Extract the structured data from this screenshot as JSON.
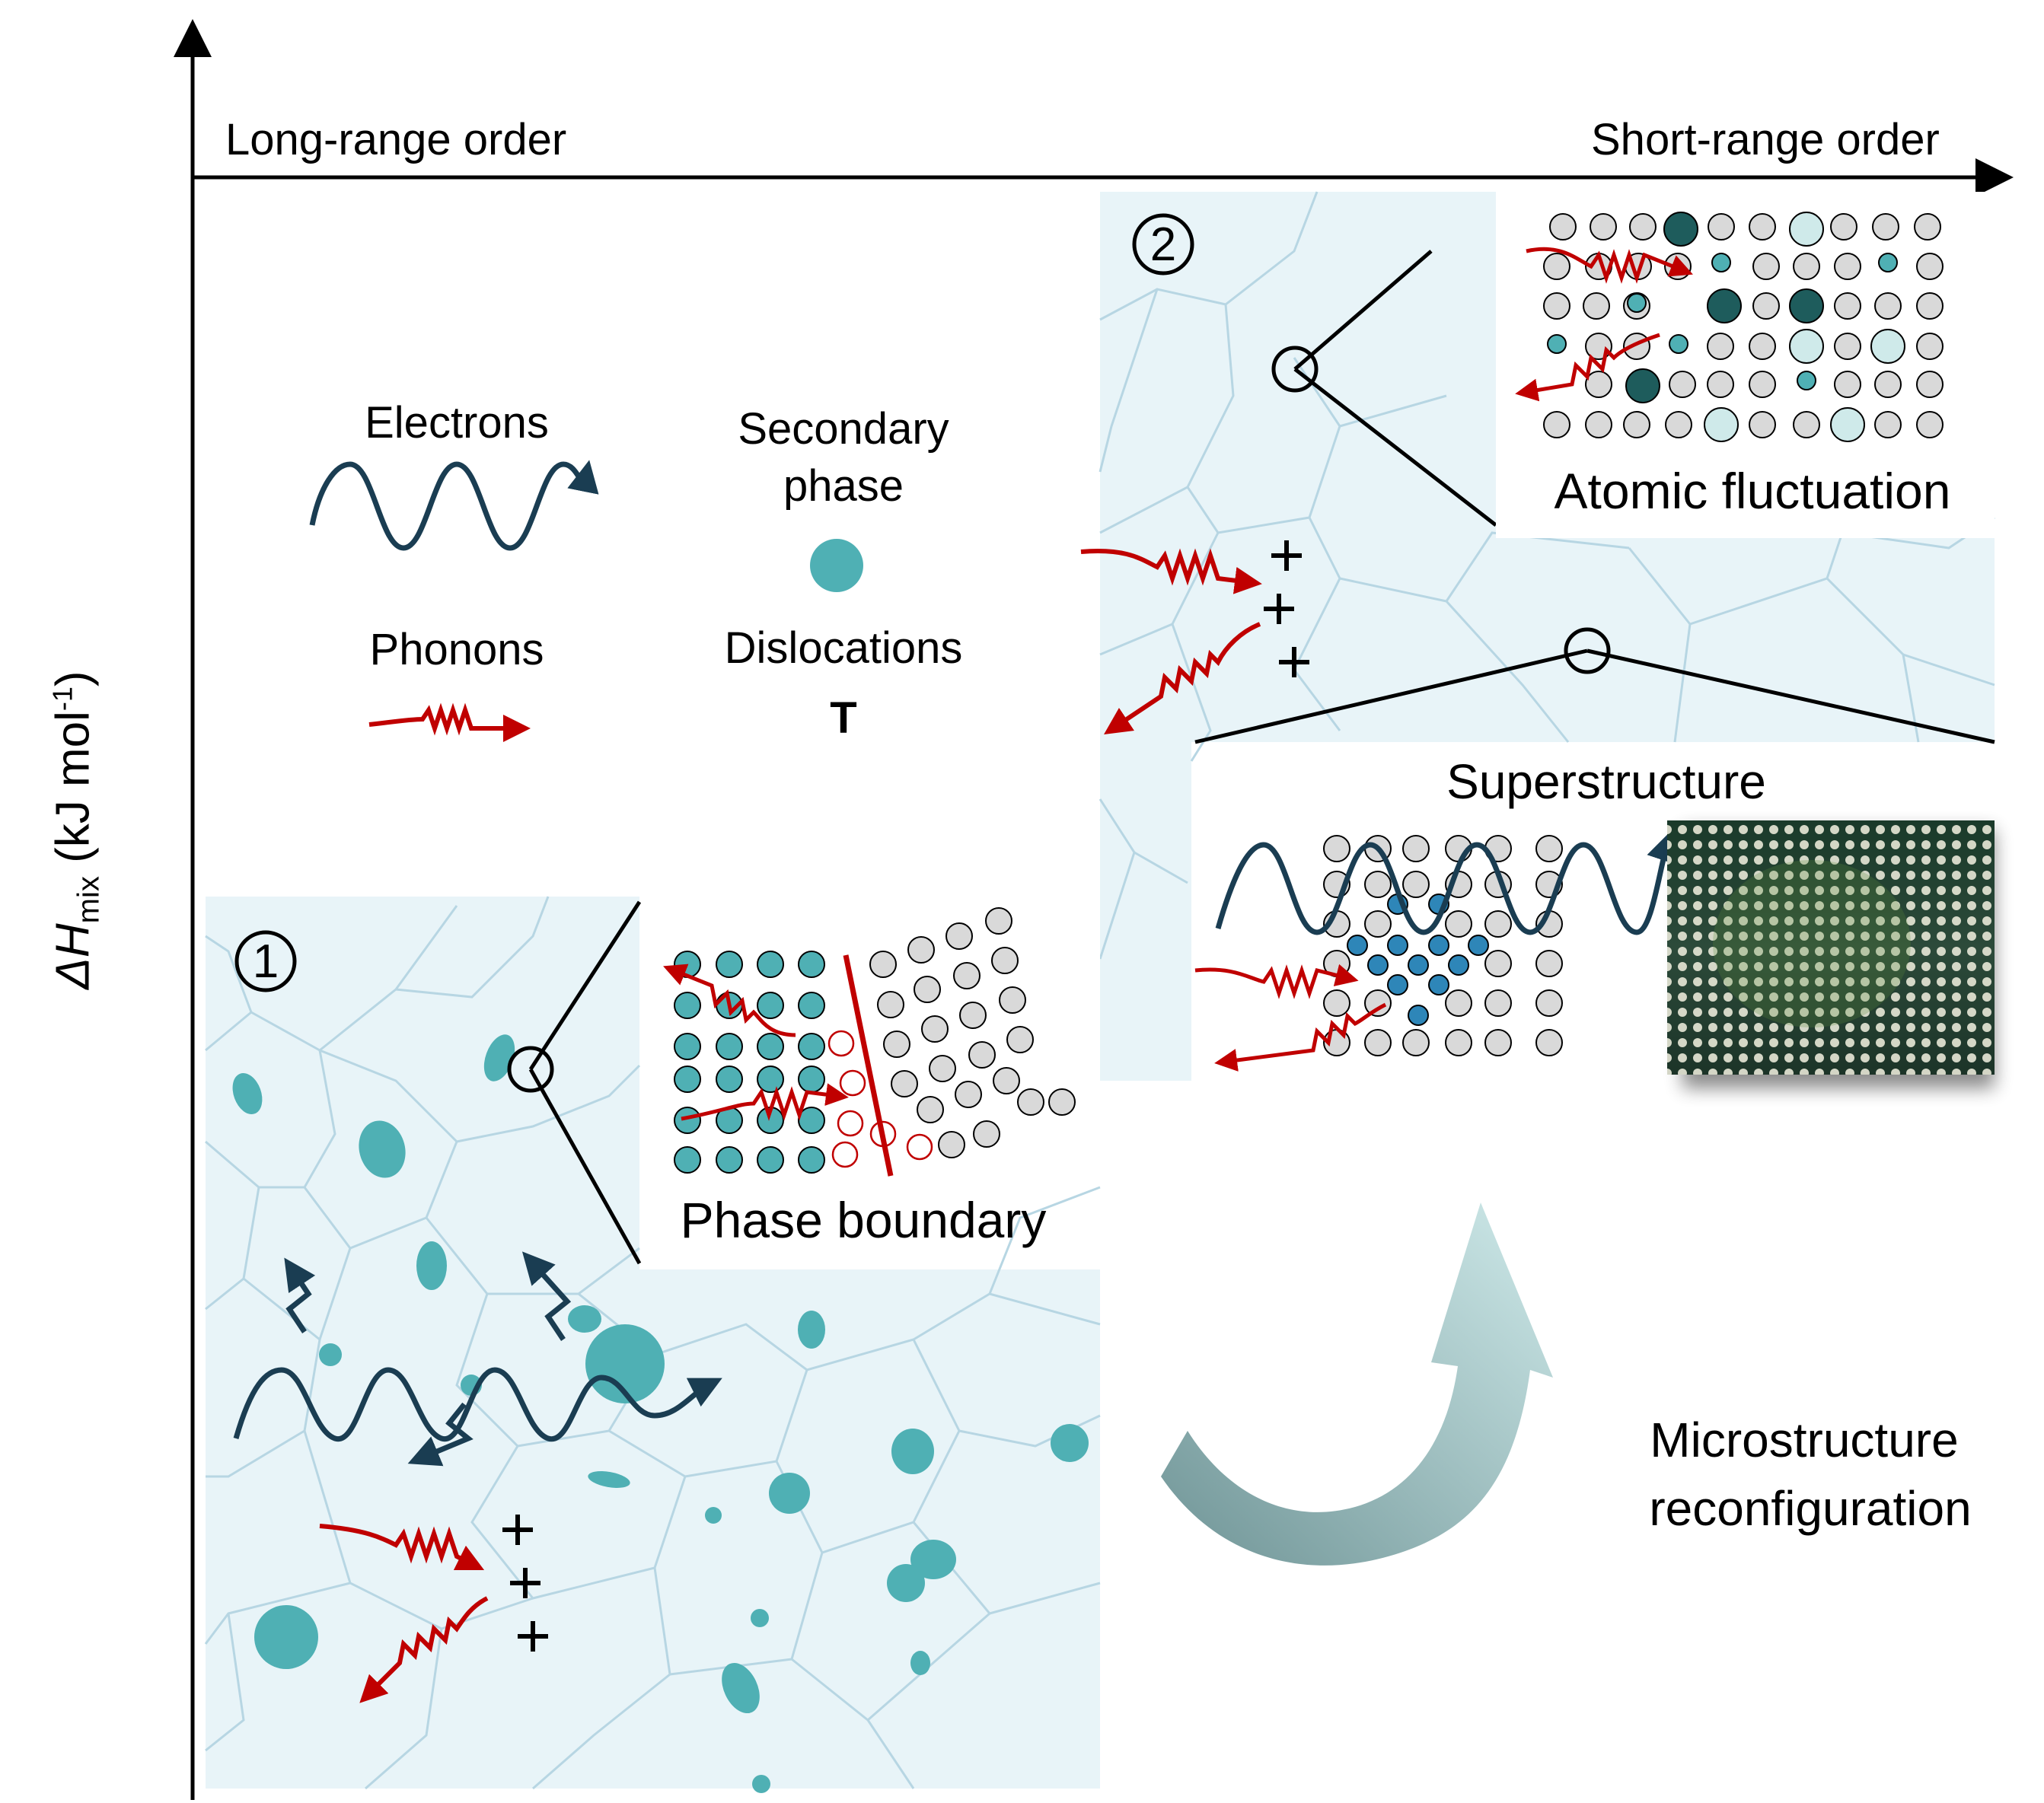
{
  "axes": {
    "y_label_symbol": "ΔH",
    "y_label_subscript": "mix",
    "y_label_units_prefix": " (kJ mol",
    "y_label_units_exp": "-1",
    "y_label_units_suffix": ")",
    "x_left_label": "Long-range order",
    "x_right_label": "Short-range order"
  },
  "legend": {
    "electrons": "Electrons",
    "phonons": "Phonons",
    "secondary_phase": "Secondary\nphase",
    "secondary_phase_line1": "Secondary",
    "secondary_phase_line2": "phase",
    "dislocations": "Dislocations",
    "dislocation_symbol": "T"
  },
  "regions": {
    "region1_number": "1",
    "region2_number": "2"
  },
  "insets": {
    "phase_boundary": "Phase boundary",
    "atomic_fluctuation": "Atomic fluctuation",
    "superstructure": "Superstructure"
  },
  "arrow_label": {
    "line1": "Microstructure",
    "line2": "reconfiguration"
  },
  "colors": {
    "panel_fill": "#e8f4f8",
    "grain_lines": "#b7d6e3",
    "precipitate": "#4fb0b4",
    "phonon_red": "#c00000",
    "electron_dark": "#1a3d52",
    "dark_teal_atom": "#1e5c5c",
    "light_atom": "#d9d9d9",
    "blue_atom": "#2e86b8",
    "curved_arrow": "#8fb0b2"
  }
}
